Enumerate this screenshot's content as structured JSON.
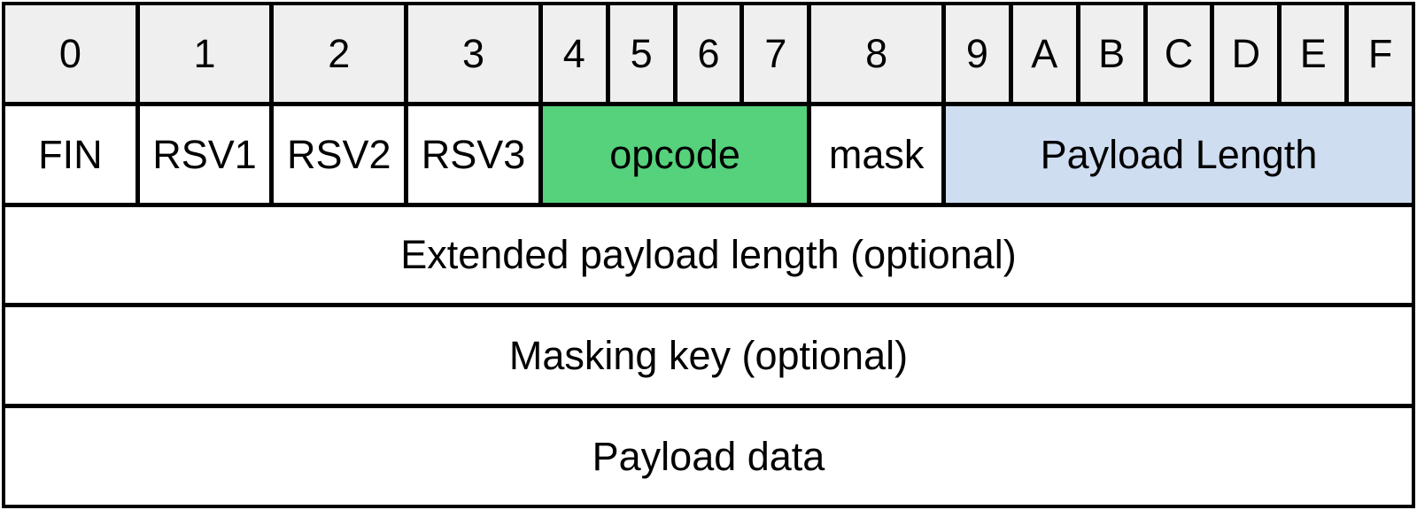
{
  "colors": {
    "border": "#000000",
    "header_bg": "#efefef",
    "cell_bg": "#ffffff",
    "opcode_bg": "#56d17c",
    "payload_length_bg": "#cfddf1",
    "text": "#000000"
  },
  "bit_header": {
    "labels": [
      "0",
      "1",
      "2",
      "3",
      "4",
      "5",
      "6",
      "7",
      "8",
      "9",
      "A",
      "B",
      "C",
      "D",
      "E",
      "F"
    ]
  },
  "fields": {
    "fin": "FIN",
    "rsv1": "RSV1",
    "rsv2": "RSV2",
    "rsv3": "RSV3",
    "opcode": "opcode",
    "mask": "mask",
    "payload_length": "Payload Length",
    "extended_payload_length": "Extended payload length (optional)",
    "masking_key": "Masking key (optional)",
    "payload_data": "Payload data"
  }
}
